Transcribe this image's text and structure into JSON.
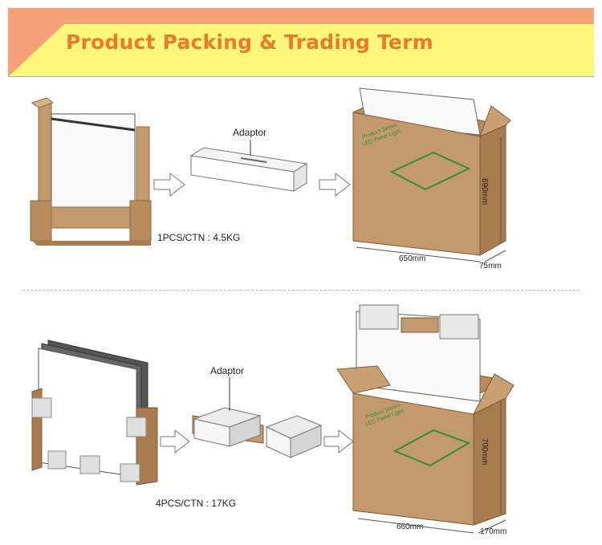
{
  "header": {
    "title": "Product Packing & Trading Term"
  },
  "section1": {
    "adaptor_label": "Adaptor",
    "weight_label": "1PCS/CTN : 4.5KG",
    "dim_height": "690mm",
    "dim_width": "650mm",
    "dim_depth": "75mm"
  },
  "section2": {
    "adaptor_label": "Adaptor",
    "weight_label": "4PCS/CTN : 17KG",
    "dim_height": "700mm",
    "dim_width": "660mm",
    "dim_depth": "170mm"
  },
  "box_print": {
    "line1": "Product Series",
    "line2": "LED Panel Light"
  },
  "colors": {
    "banner_orange": "#f7a17a",
    "banner_yellow": "#fff87c",
    "title": "#ec7a2d",
    "cardboard": "#c49a6c",
    "cardboard_dark": "#a97c4f",
    "box_print_green": "#2f8f3a"
  }
}
